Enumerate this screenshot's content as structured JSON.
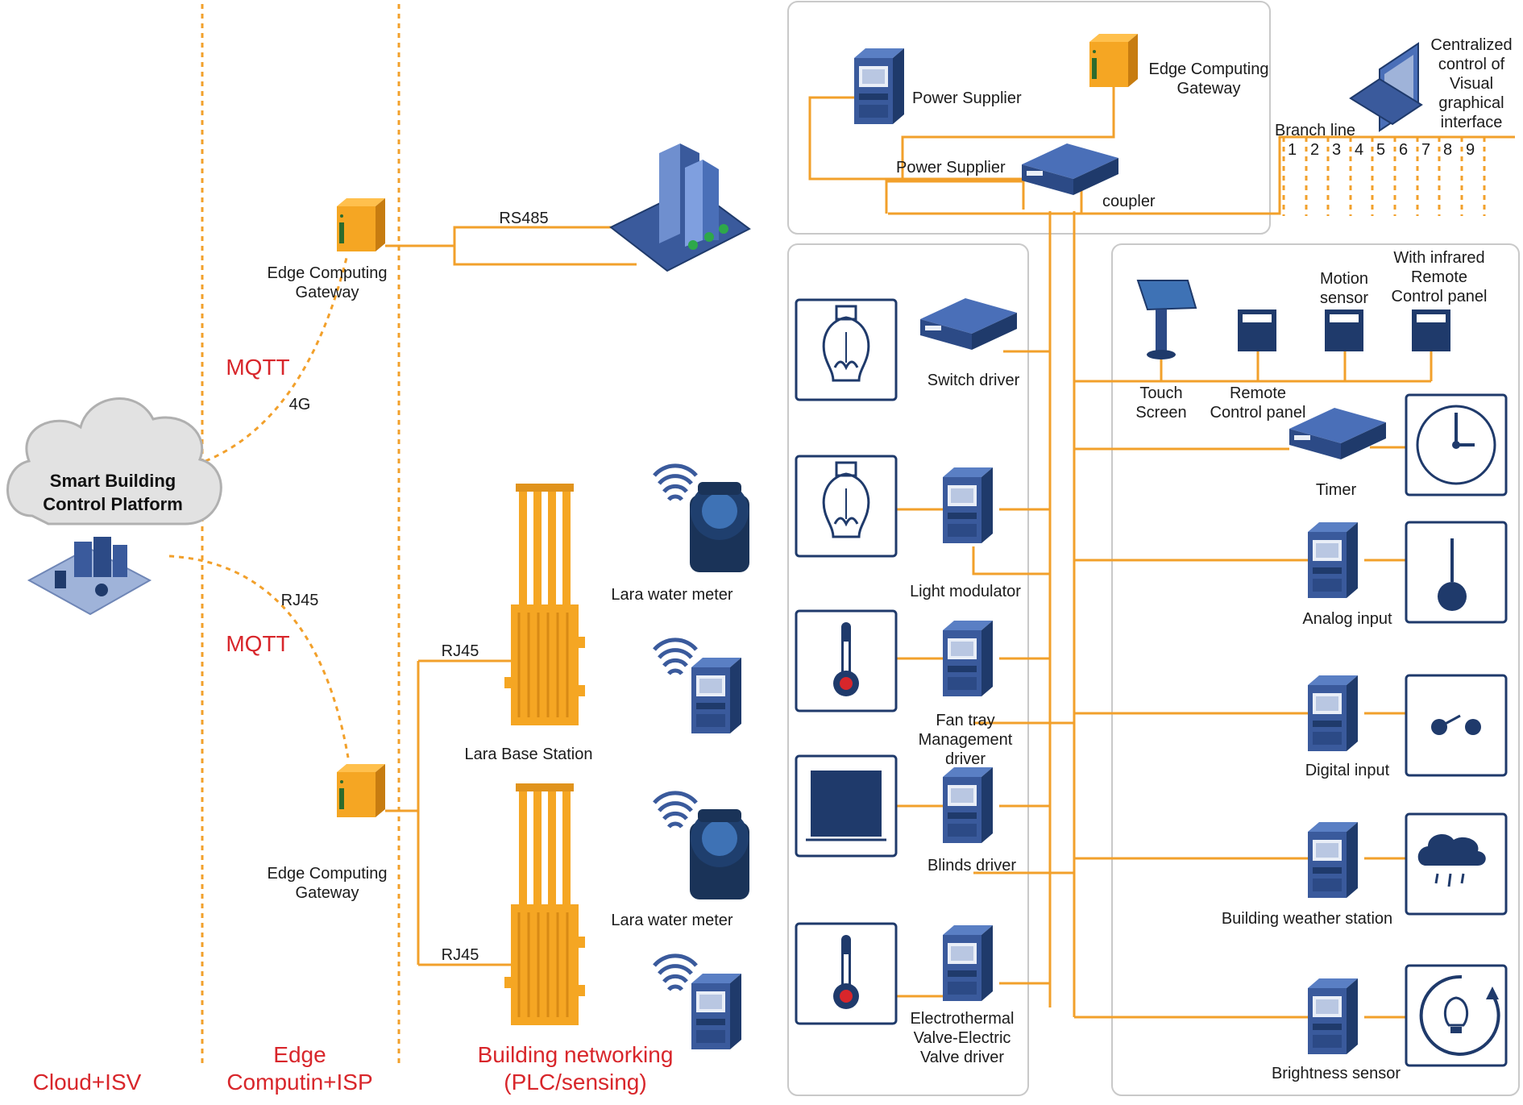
{
  "colors": {
    "wire": "#f2a02b",
    "device": "#3a5a9c",
    "device_dark": "#1f3a6b",
    "gateway": "#f5a623",
    "label_red": "#d8262b",
    "panel_border": "#c9c9c9"
  },
  "zones": {
    "cloud": "Cloud+ISV",
    "edge_line1": "Edge",
    "edge_line2": "Computin+ISP",
    "building_line1": "Building networking",
    "building_line2": "(PLC/sensing)"
  },
  "cloud": {
    "line1": "Smart Building",
    "line2": "Control Platform"
  },
  "links": {
    "mqtt_top": "MQTT",
    "g4": "4G",
    "rj45_cloud": "RJ45",
    "mqtt_bottom": "MQTT",
    "rs485": "RS485",
    "rj45_top": "RJ45",
    "rj45_bottom": "RJ45"
  },
  "left_devices": {
    "gateway_top_1": "Edge Computing",
    "gateway_top_2": "Gateway",
    "gateway_bottom_1": "Edge Computing",
    "gateway_bottom_2": "Gateway",
    "lara_base_station": "Lara Base Station",
    "water_meter_1": "Lara water meter",
    "water_meter_2": "Lara water meter"
  },
  "top_panel": {
    "power_supplier_1": "Power Supplier",
    "power_supplier_2": "Power Supplier",
    "edge_gw_1": "Edge Computing",
    "edge_gw_2": "Gateway",
    "coupler": "coupler",
    "central_1": "Centralized",
    "central_2": "control of",
    "central_3": "Visual",
    "central_4": "graphical",
    "central_5": "interface",
    "branch_line": "Branch line",
    "branch_numbers": [
      "1",
      "2",
      "3",
      "4",
      "5",
      "6",
      "7",
      "8",
      "9"
    ]
  },
  "actuators": {
    "switch_driver": "Switch driver",
    "light_modulator": "Light modulator",
    "fan_1": "Fan tray",
    "fan_2": "Management",
    "fan_3": "driver",
    "blinds_driver": "Blinds driver",
    "valve_1": "Electrothermal",
    "valve_2": "Valve-Electric",
    "valve_3": "Valve driver"
  },
  "sensors": {
    "infrared_1": "With infrared",
    "infrared_2": "Remote",
    "infrared_3": "Control panel",
    "motion_1": "Motion",
    "motion_2": "sensor",
    "touch_1": "Touch",
    "touch_2": "Screen",
    "remote_1": "Remote",
    "remote_2": "Control panel",
    "timer": "Timer",
    "analog_input": "Analog input",
    "digital_input": "Digital input",
    "weather_station": "Building weather station",
    "brightness_sensor": "Brightness sensor"
  }
}
